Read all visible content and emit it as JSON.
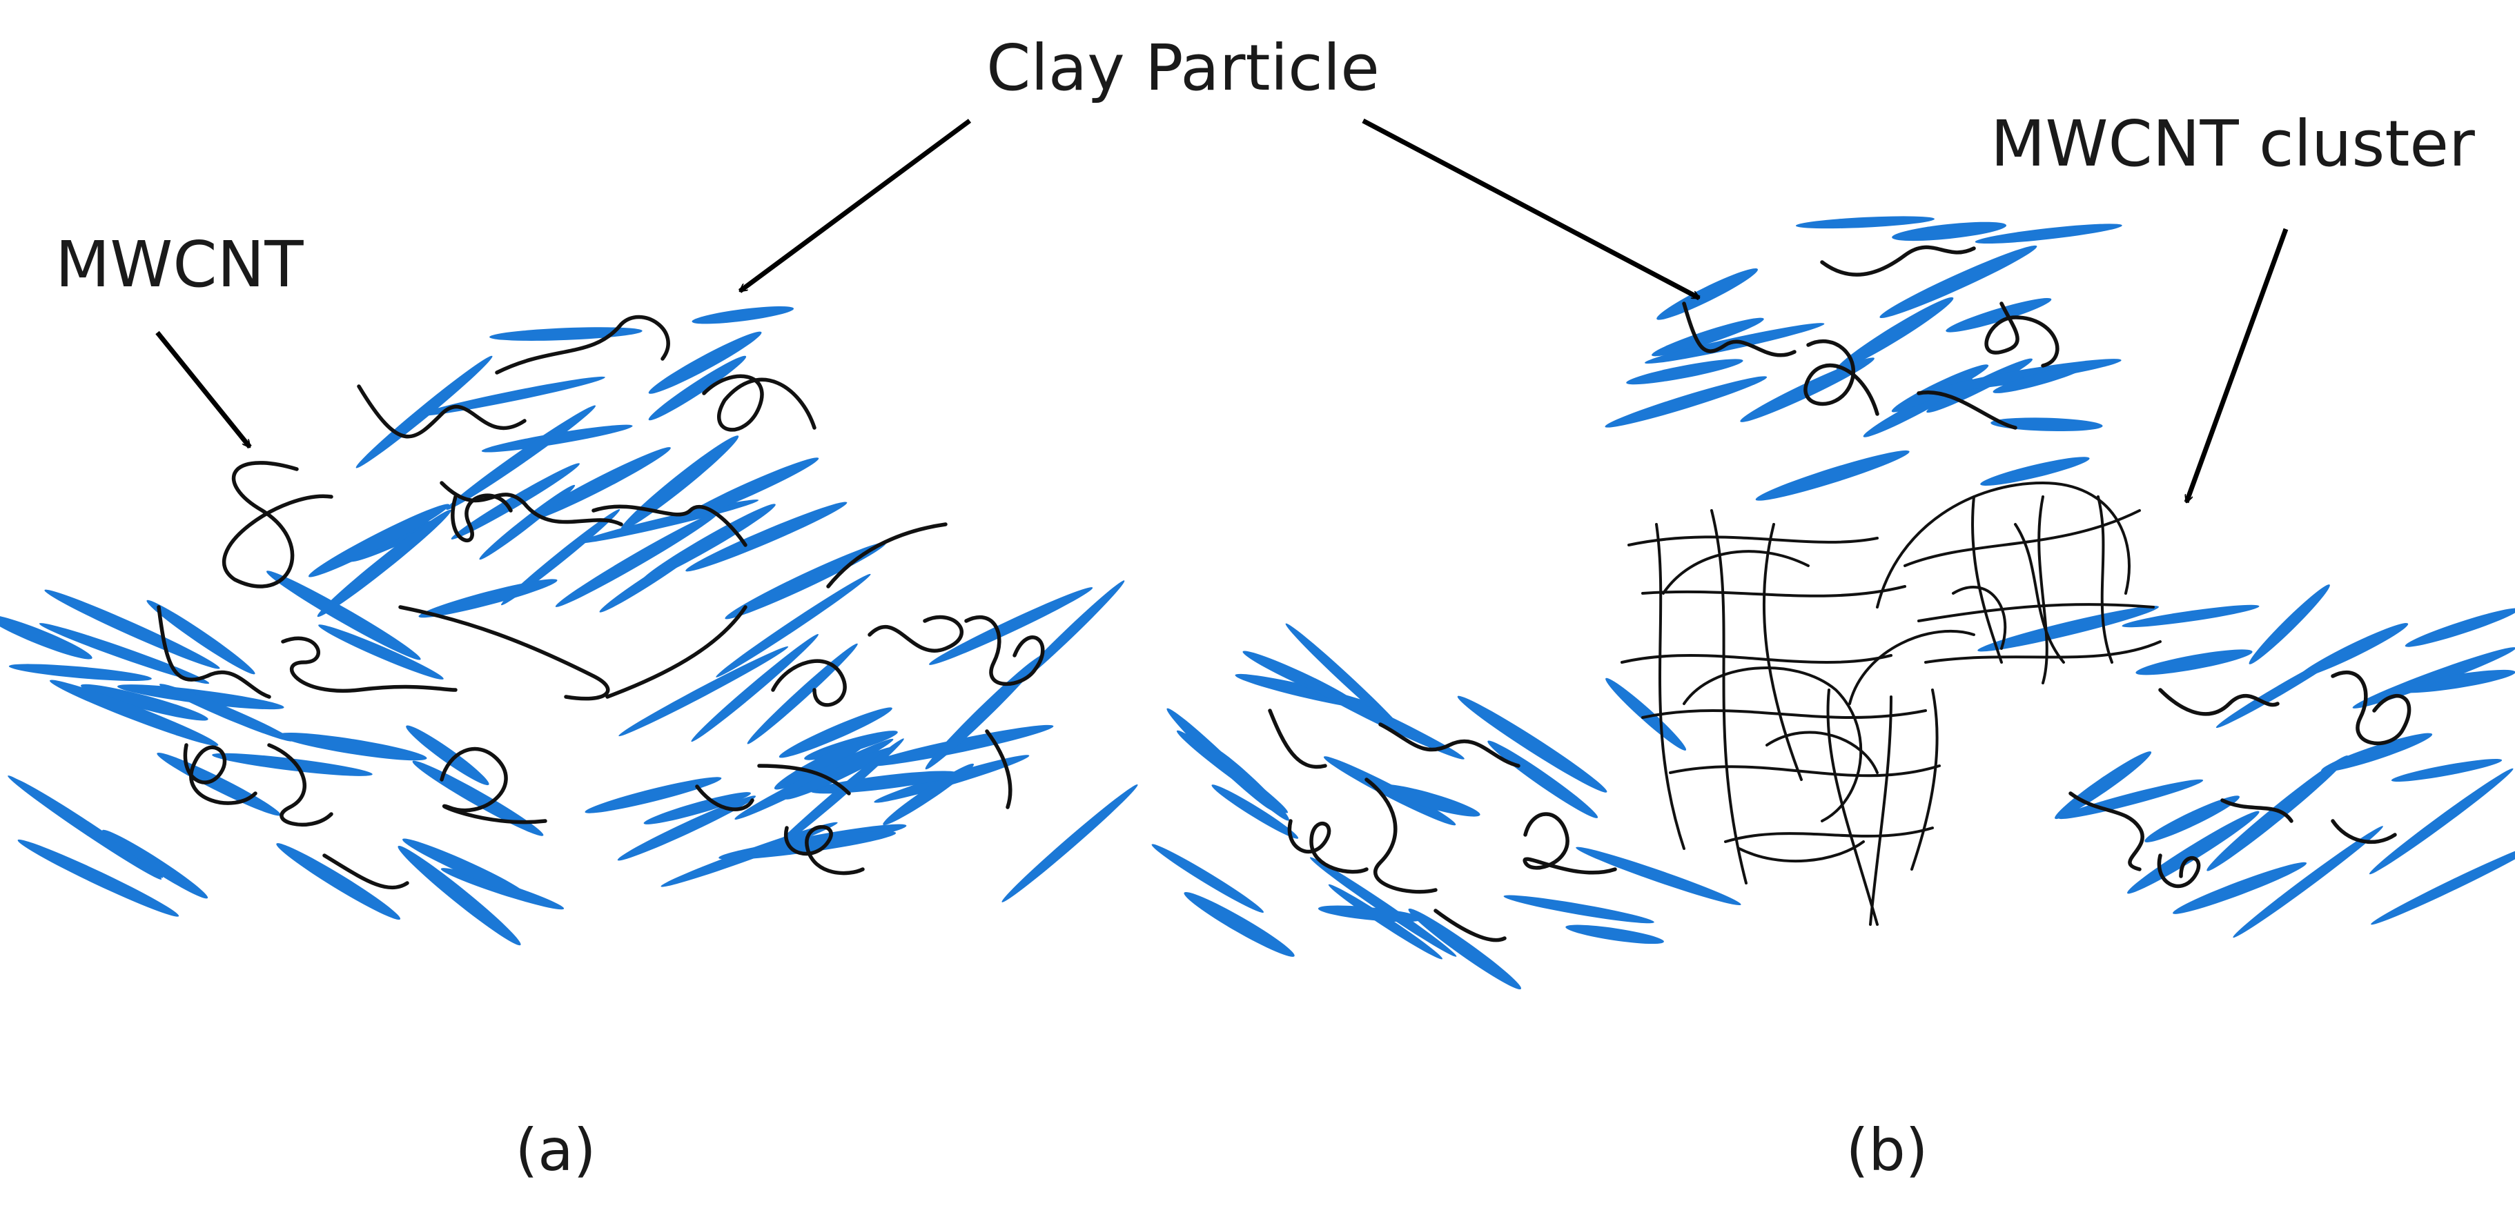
{
  "labels": {
    "clay_particle": "Clay Particle",
    "mwcnt": "MWCNT",
    "mwcnt_cluster": "MWCNT cluster",
    "panel_a": "(a)",
    "panel_b": "(b)"
  },
  "colors": {
    "clay": "#1b78d6",
    "nanotube": "#111111",
    "text": "#1a1a1a",
    "background": "#ffffff"
  }
}
